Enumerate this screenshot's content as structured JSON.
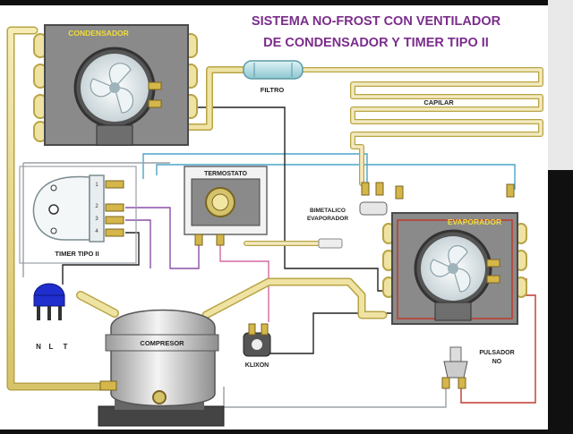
{
  "title": {
    "line1": "SISTEMA NO-FROST CON VENTILADOR",
    "line2": "DE CONDENSADOR Y TIMER TIPO II"
  },
  "labels": {
    "condensador": "CONDENSADOR",
    "filtro": "FILTRO",
    "capilar": "CAPILAR",
    "termostato": "TERMOSTATO",
    "bimetalico_line1": "BIMETALICO",
    "bimetalico_line2": "EVAPORADOR",
    "evaporador": "EVAPORADOR",
    "timer": "TIMER TIPO II",
    "compresor": "COMPRESOR",
    "klixon": "KLIXON",
    "pulsador_line1": "PULSADOR",
    "pulsador_line2": "NO",
    "plug_n": "N",
    "plug_l": "L",
    "plug_t": "T"
  },
  "timer_terminals": [
    "1",
    "2",
    "3",
    "4"
  ],
  "colors": {
    "title": "#7b2d8b",
    "tube": "#e8d88a",
    "tube_edge": "#b8a445",
    "unit_gray": "#8a8a8a",
    "panel_label": "#f2dd3a",
    "wire_cyan": "#4aa6c8",
    "wire_purple": "#8a4fa8",
    "wire_red": "#c0392b",
    "wire_black": "#222222",
    "wire_pink": "#d36aa0",
    "wire_gray": "#9aa0a6",
    "plug_blue": "#1f2ecc"
  },
  "icons": [
    "fan-icon",
    "plug-icon",
    "filter-icon",
    "timer-icon",
    "thermostat-icon",
    "compressor-icon",
    "klixon-icon",
    "push-button-icon"
  ]
}
